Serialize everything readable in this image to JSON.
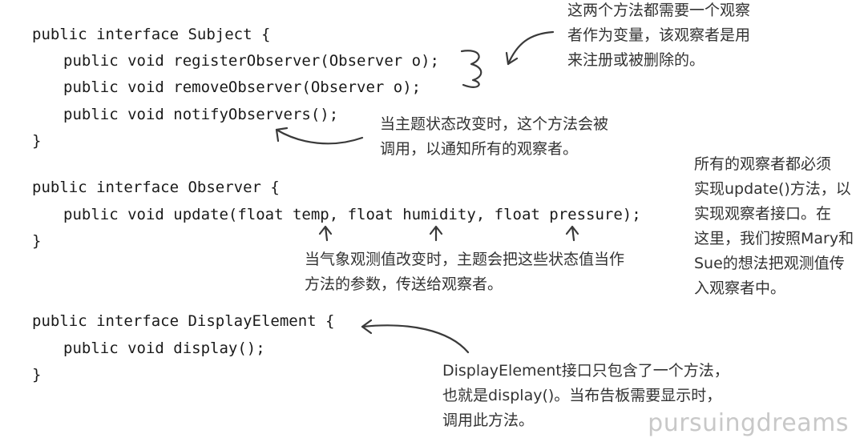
{
  "code": {
    "subject": {
      "header": "public interface Subject {",
      "lines": [
        "public void registerObserver(Observer o);",
        "public void removeObserver(Observer o);",
        "public void notifyObservers();"
      ],
      "close": "}"
    },
    "observer": {
      "header": "public interface Observer {",
      "lines": [
        "public void update(float temp, float humidity, float pressure);"
      ],
      "close": "}"
    },
    "display": {
      "header": "public interface DisplayElement {",
      "lines": [
        "public void display();"
      ],
      "close": "}"
    }
  },
  "notes": {
    "register_remove": "这两个方法都需要一个观察\n者作为变量，该观察者是用\n来注册或被删除的。",
    "notify": "当主题状态改变时，这个方法会被\n调用，以通知所有的观察者。",
    "observers_must": "所有的观察者都必须\n实现update()方法，以\n实现观察者接口。在\n这里，我们按照Mary和\nSue的想法把观测值传\n入观察者中。",
    "params": "当气象观测值改变时，主题会把这些状态值当作\n方法的参数，传送给观察者。",
    "display_element": "DisplayElement接口只包含了一个方法，\n也就是display()。当布告板需要显示时，\n调用此方法。"
  },
  "watermark": "pursuingdreams"
}
